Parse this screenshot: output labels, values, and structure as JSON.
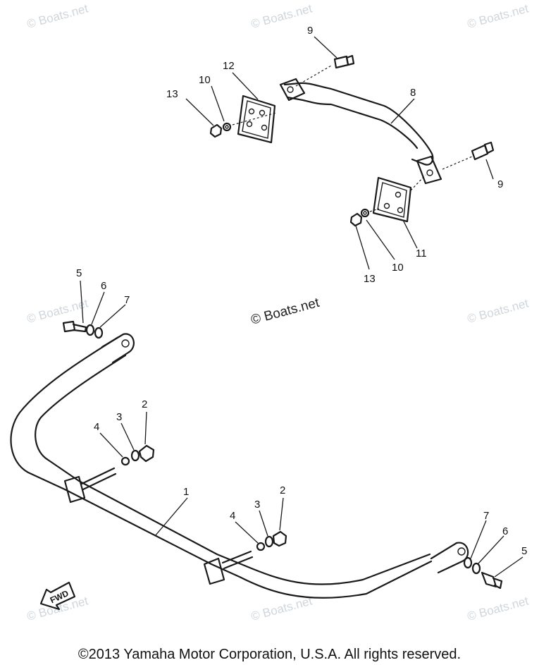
{
  "watermark": "© Boats.net",
  "watermark_center": "© Boats.net",
  "fwd_label": "FWD",
  "copyright": "©2013 Yamaha Motor Corporation, U.S.A. All rights reserved.",
  "callouts": {
    "c1": "1",
    "c2a": "2",
    "c2b": "2",
    "c3a": "3",
    "c3b": "3",
    "c4a": "4",
    "c4b": "4",
    "c5a": "5",
    "c5b": "5",
    "c6a": "6",
    "c6b": "6",
    "c7a": "7",
    "c7b": "7",
    "c8": "8",
    "c9a": "9",
    "c9b": "9",
    "c10a": "10",
    "c10b": "10",
    "c11": "11",
    "c12": "12",
    "c13a": "13",
    "c13b": "13"
  },
  "colors": {
    "line": "#1a1a1a",
    "watermark": "#cfd6dc"
  }
}
